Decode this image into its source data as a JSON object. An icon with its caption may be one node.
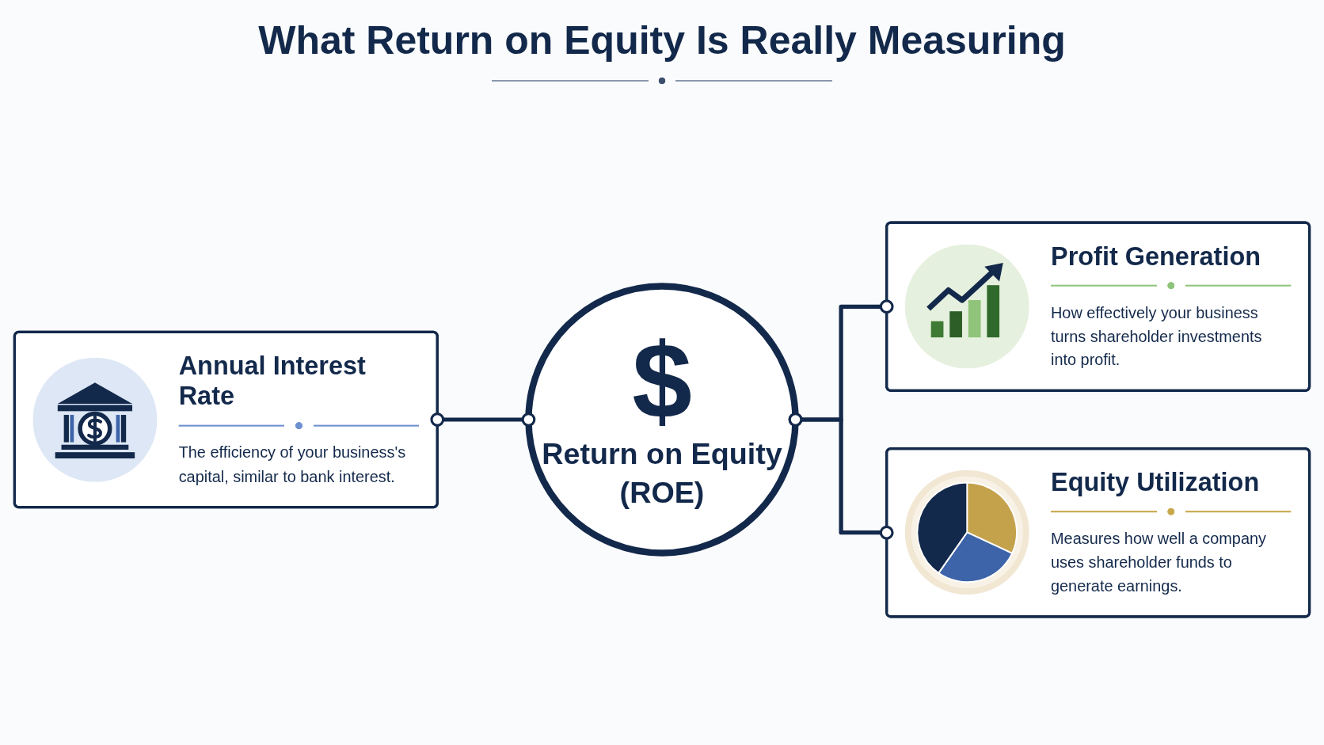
{
  "diagram": {
    "title": "What Return on Equity Is Really Measuring",
    "nodes": [
      {
        "text": [
          "$",
          "Return on Equity (ROE)"
        ]
      },
      {
        "text": [
          "Annual Interest Rate",
          "The efficiency of your business's capital, similar to bank interest."
        ]
      },
      {
        "text": [
          "Profit Generation",
          "How effectively your business turns shareholder investments into profit."
        ]
      },
      {
        "text": [
          "Equity Utilization",
          "Measures how well a company uses shareholder funds to generate earnings."
        ]
      }
    ],
    "edges": [
      {
        "from": 1,
        "to": 0,
        "arrow": "other"
      },
      {
        "from": 0,
        "to": 2,
        "arrow": "other"
      },
      {
        "from": 0,
        "to": 3,
        "arrow": "other"
      }
    ]
  }
}
